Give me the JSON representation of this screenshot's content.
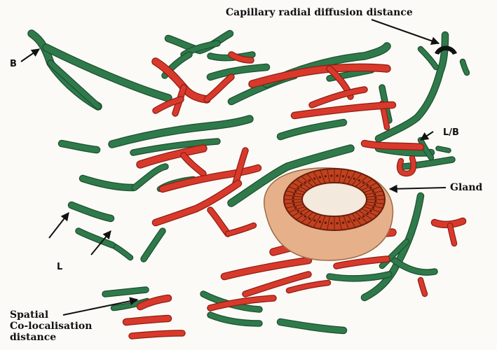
{
  "labels": {
    "capillary": "Capillary radial diffusion distance",
    "b": "B",
    "lb": "L/B",
    "gland": "Gland",
    "l": "L",
    "spatial": [
      "Spatial",
      "Co-localisation",
      "distance"
    ]
  },
  "colors": {
    "green_vessel": "#2f7a4a",
    "green_dark": "#1e4f31",
    "red_vessel": "#d9392b",
    "red_dark": "#8e1f15",
    "gland_stroma": "#e5b08a",
    "gland_ring": "#b73a1f",
    "background": "#fbfaf6"
  }
}
